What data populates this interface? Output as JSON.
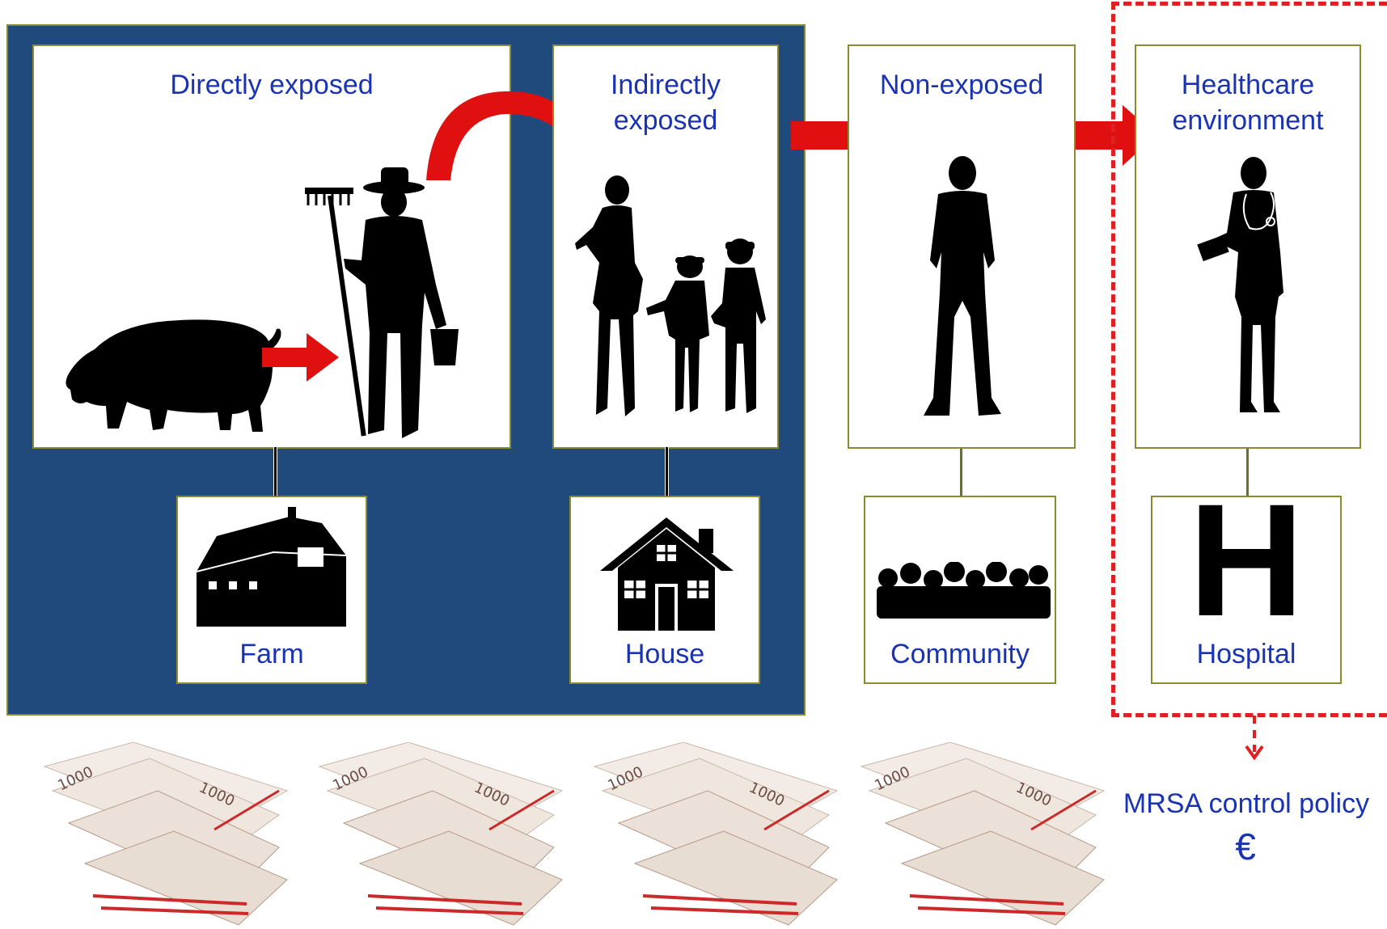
{
  "nodes": {
    "directly_exposed": "Directly exposed",
    "indirectly_exposed_line1": "Indirectly",
    "indirectly_exposed_line2": "exposed",
    "non_exposed": "Non-exposed",
    "healthcare_line1": "Healthcare",
    "healthcare_line2": "environment"
  },
  "locations": {
    "farm": "Farm",
    "house": "House",
    "community": "Community",
    "hospital": "Hospital",
    "hospital_glyph": "H"
  },
  "policy": {
    "label": "MRSA control policy",
    "currency": "€"
  },
  "banknote_denomination": "1000",
  "colors": {
    "panel_blue": "#1f4a7b",
    "label_blue": "#1a33b3",
    "arrow_red": "#e01010",
    "border_olive": "#8b8b2e"
  },
  "icons": [
    "pig-icon",
    "farmer-icon",
    "family-icon",
    "man-icon",
    "nurse-icon",
    "barn-icon",
    "house-icon",
    "crowd-icon",
    "money-stack-icon"
  ]
}
